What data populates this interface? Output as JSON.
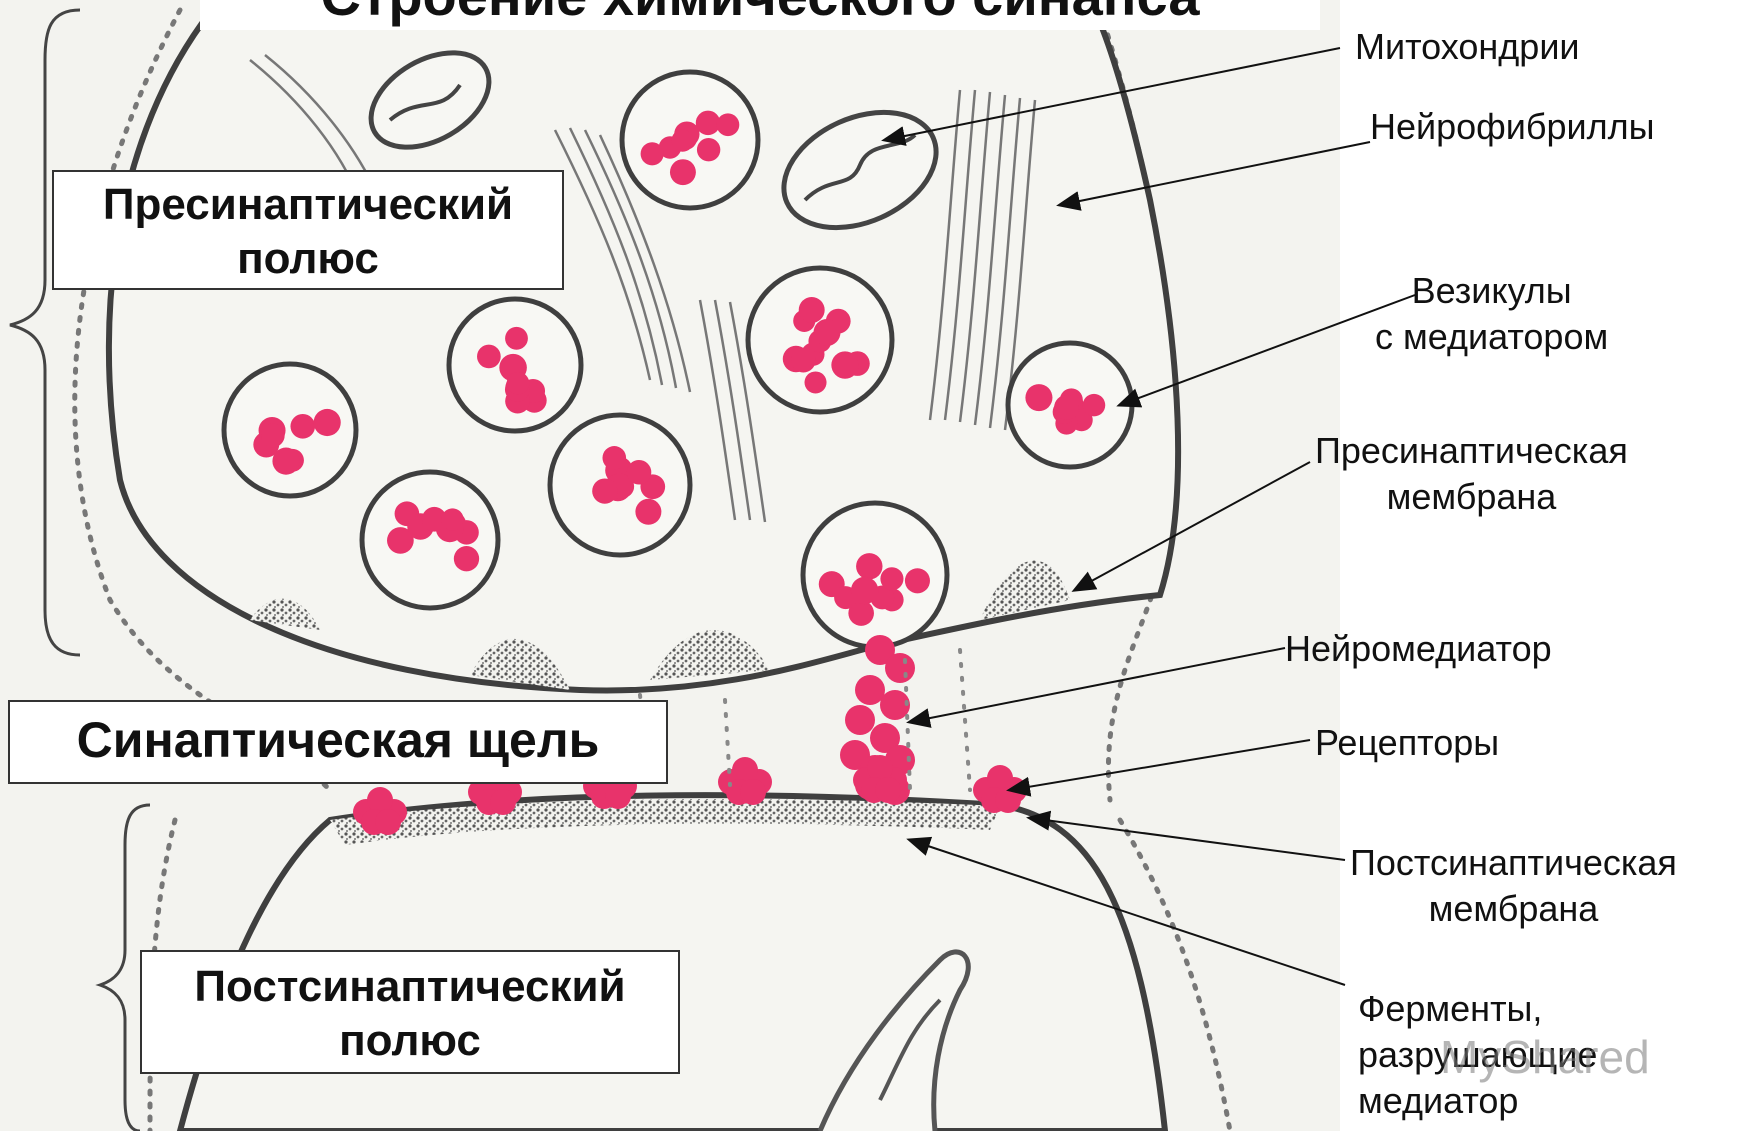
{
  "title": "Строение химического синапса",
  "regions": {
    "presynaptic": [
      "Пресинаптический",
      "полюс"
    ],
    "cleft": "Синаптическая щель",
    "postsynaptic": [
      "Постсинаптический",
      "полюс"
    ]
  },
  "labels": {
    "mitochondria": "Митохондрии",
    "neurofibrils": "Нейрофибриллы",
    "vesicles": [
      "Везикулы",
      "с медиатором"
    ],
    "pre_membrane": [
      "Пресинаптическая",
      "мембрана"
    ],
    "neurotransmitter": "Нейромедиатор",
    "receptors": "Рецепторы",
    "post_membrane": [
      "Постсинаптическая",
      "мембрана"
    ],
    "enzymes": [
      "Ферменты,",
      "разрушающие",
      "медиатор"
    ]
  },
  "watermark": "MyShared",
  "colors": {
    "mediator": "#e8336b",
    "outline": "#4a4a4a",
    "background": "#f3f3ef"
  }
}
